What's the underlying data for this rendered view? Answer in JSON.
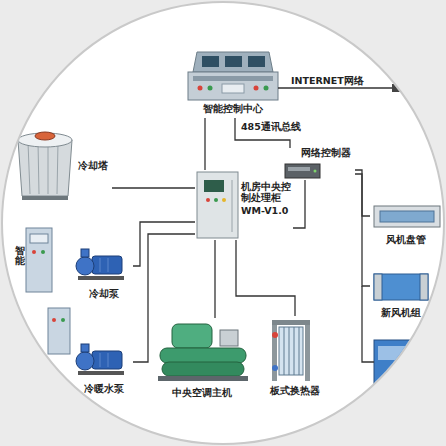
{
  "diagram": {
    "nodes": [
      {
        "text": [
          "智能控制中心"
        ]
      },
      {
        "text": [
          "网络控制器"
        ]
      },
      {
        "text": [
          "机房中央控制处理柜",
          "WM-V1.0"
        ]
      },
      {
        "text": [
          "冷却塔"
        ]
      },
      {
        "text": [
          "冷却泵"
        ]
      },
      {
        "text": [
          "冷暖水泵"
        ]
      },
      {
        "text": [
          "中央空调主机"
        ]
      },
      {
        "text": [
          "板式换热器"
        ]
      },
      {
        "text": [
          "风机盘管"
        ]
      },
      {
        "text": [
          "新风机组"
        ]
      }
    ],
    "edges": [
      {
        "from": 0,
        "to": 1,
        "label": "485通讯总线",
        "arrow": "none"
      },
      {
        "from": 0,
        "to": 2,
        "arrow": "none"
      },
      {
        "from": 2,
        "to": 3,
        "arrow": "none"
      },
      {
        "from": 2,
        "to": 4,
        "arrow": "none"
      },
      {
        "from": 2,
        "to": 5,
        "arrow": "none"
      },
      {
        "from": 2,
        "to": 6,
        "arrow": "none"
      },
      {
        "from": 2,
        "to": 7,
        "arrow": "none"
      },
      {
        "from": 2,
        "to": 1,
        "arrow": "none"
      },
      {
        "from": 1,
        "to": 8,
        "arrow": "none"
      },
      {
        "from": 1,
        "to": 9,
        "arrow": "none"
      }
    ],
    "labels": [
      "INTERNET网络",
      "智能"
    ]
  }
}
